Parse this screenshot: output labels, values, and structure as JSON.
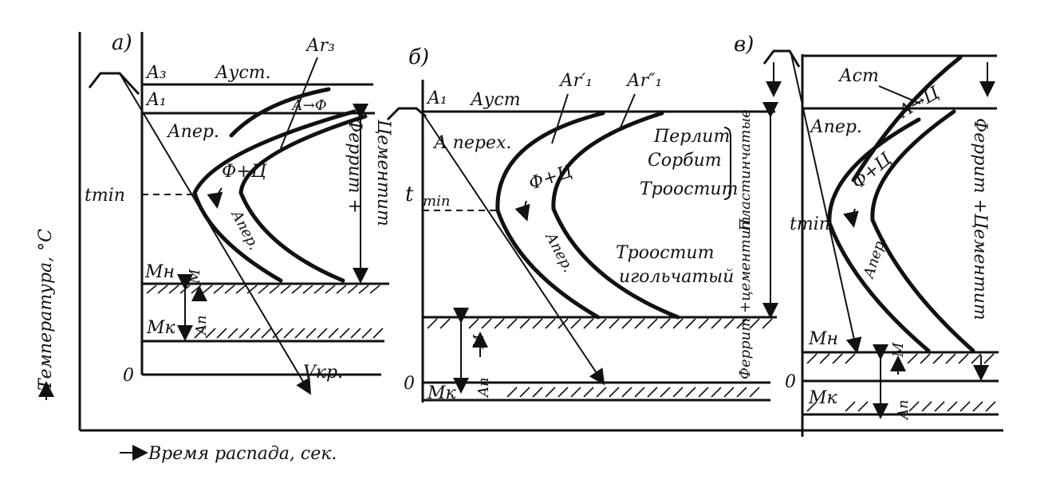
{
  "axes": {
    "y_label": "Температура, °С",
    "x_label": "Время распада, сек."
  },
  "panel_a": {
    "tag": "а)",
    "A3": "A₃",
    "A1": "A₁",
    "aust": "Ауст.",
    "ar3": "Аr₃",
    "a_to_f": "А→Ф",
    "aper": "Апер.",
    "f_c": "Ф+Ц",
    "tmin": "tmin",
    "aper_curve": "Апер.",
    "ferrite": "Феррит +",
    "cementite": "Цементит",
    "mn": "Mн",
    "m": "M",
    "mk": "Mк",
    "ap": "Aп",
    "zero": "0",
    "vkr": "Vкр."
  },
  "panel_b": {
    "tag": "б)",
    "A1": "A₁",
    "aust": "Ауст",
    "ar1p": "Аr′₁",
    "ar1pp": "Аr″₁",
    "perlit": "Перлит",
    "sorbit": "Сорбит",
    "troostit": "Троостит",
    "plast": "Пластинчатые",
    "fc_side": "Феррит +цементит",
    "a_perekh": "А перех.",
    "f_c": "Ф+Ц",
    "t": "t",
    "min": "min",
    "aper_curve": "Апер.",
    "troostit2": "Троостит",
    "igol": "игольчатый",
    "m": "M",
    "ap": "Aп",
    "zero": "0",
    "mk": "Mк"
  },
  "panel_c": {
    "tag": "в)",
    "ast": "Аст",
    "a_to_c": "А→Ц",
    "aper": "Апер.",
    "f_c": "Ф+Ц",
    "tmin": "tmin",
    "aper_curve": "Апер.",
    "fc_side": "Феррит +Цементит",
    "mn": "Mн",
    "m": "M",
    "zero": "0",
    "mk": "Mк",
    "ap": "Aп"
  }
}
